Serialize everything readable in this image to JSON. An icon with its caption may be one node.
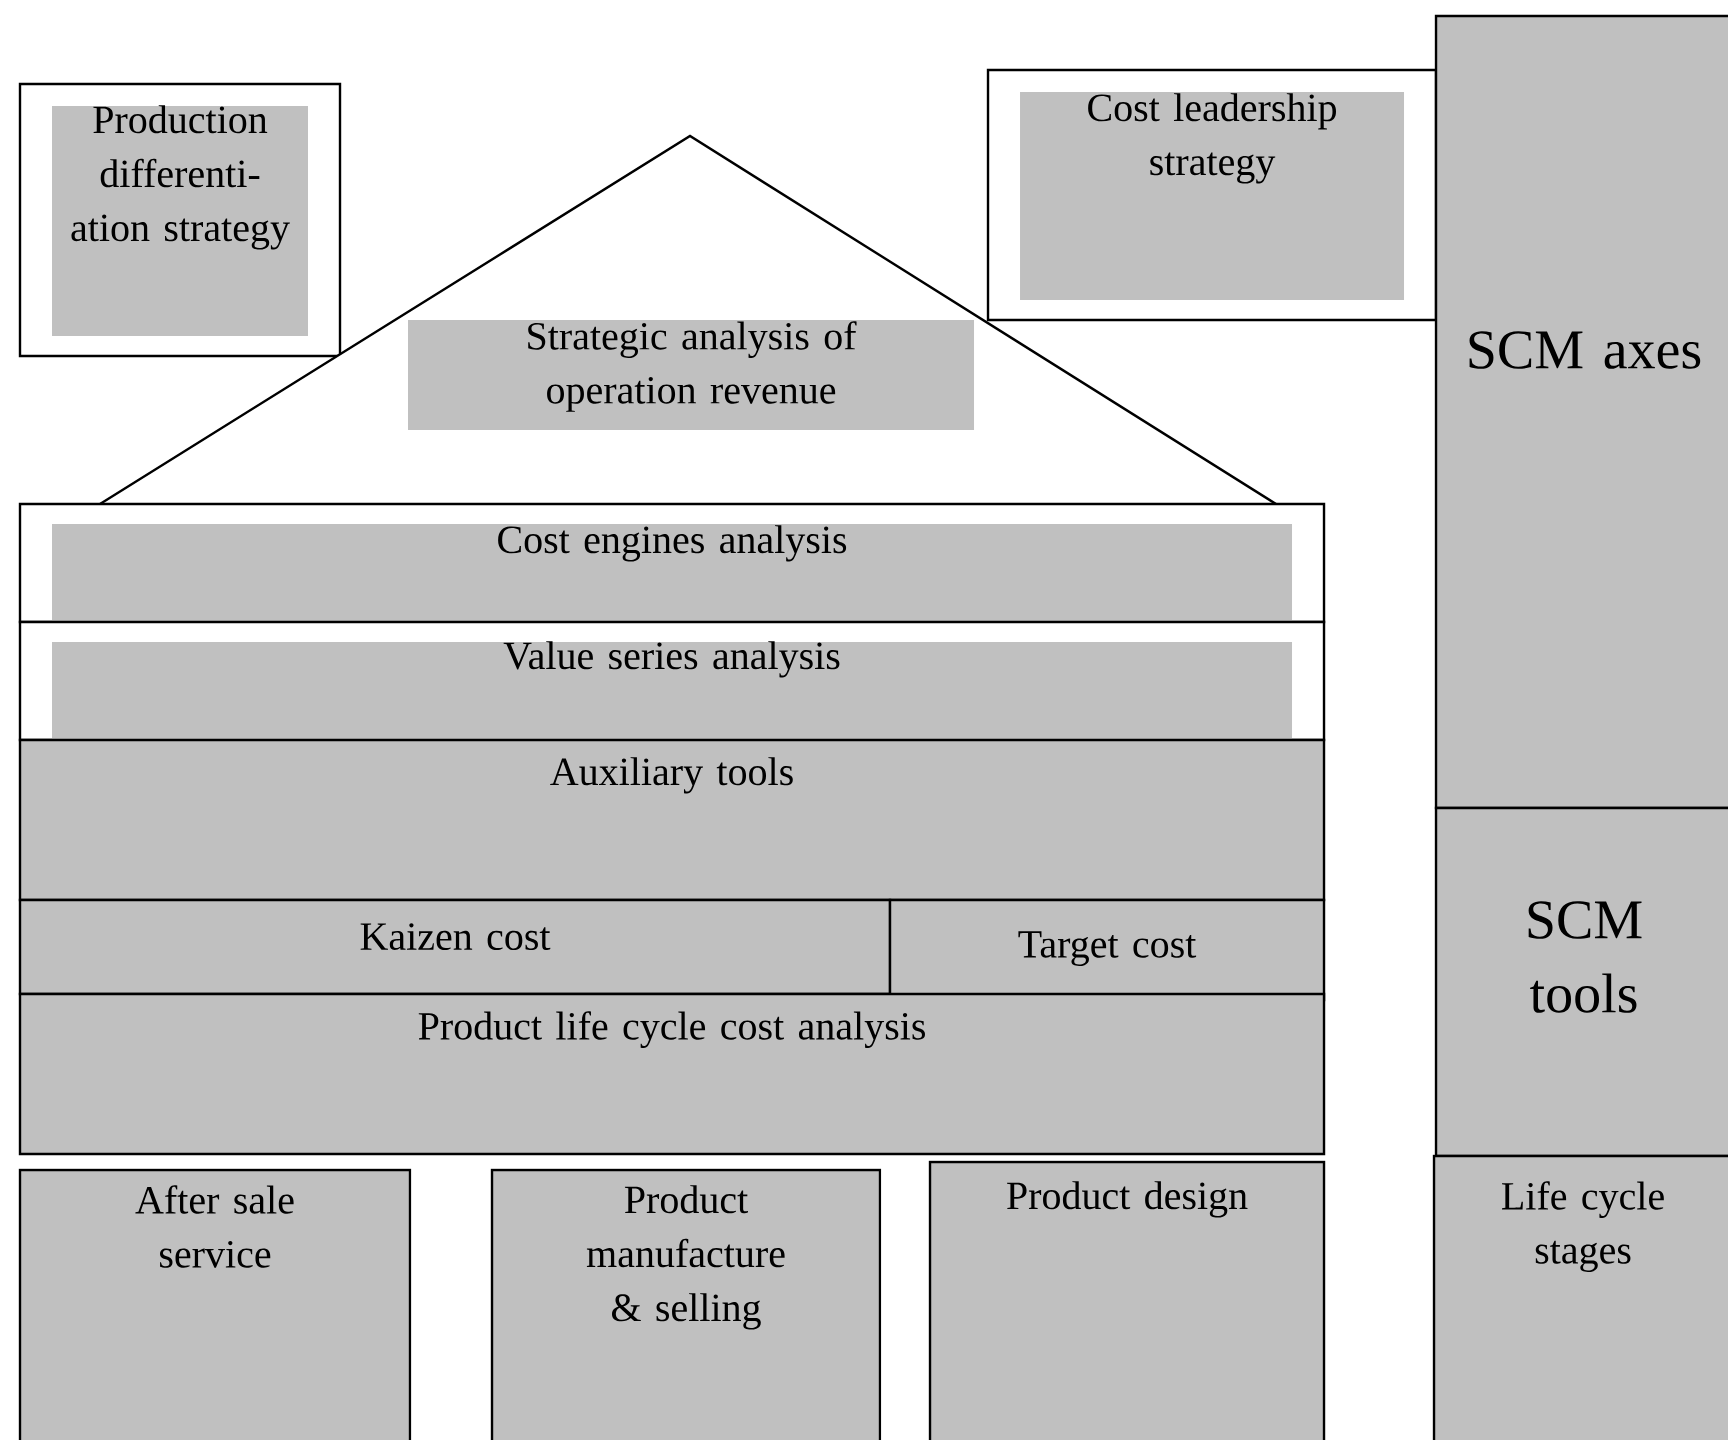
{
  "diagram": {
    "nodes": [
      {
        "text": [
          "Production differenti- ation strategy"
        ]
      },
      {
        "text": [
          "Cost leadership strategy"
        ]
      },
      {
        "text": [
          "SCM axes"
        ]
      },
      {
        "text": [
          "Strategic analysis of operation revenue"
        ]
      },
      {
        "text": [
          "Cost engines analysis"
        ]
      },
      {
        "text": [
          "Value series analysis"
        ]
      },
      {
        "text": [
          "Auxiliary tools"
        ]
      },
      {
        "text": [
          "Kaizen cost"
        ]
      },
      {
        "text": [
          "Target cost"
        ]
      },
      {
        "text": [
          "Product life cycle cost analysis"
        ]
      },
      {
        "text": [
          "SCM tools"
        ]
      },
      {
        "text": [
          "After sale service"
        ]
      },
      {
        "text": [
          "Product manufacture & selling"
        ]
      },
      {
        "text": [
          "Product design"
        ]
      },
      {
        "text": [
          "Life cycle stages"
        ]
      }
    ]
  }
}
